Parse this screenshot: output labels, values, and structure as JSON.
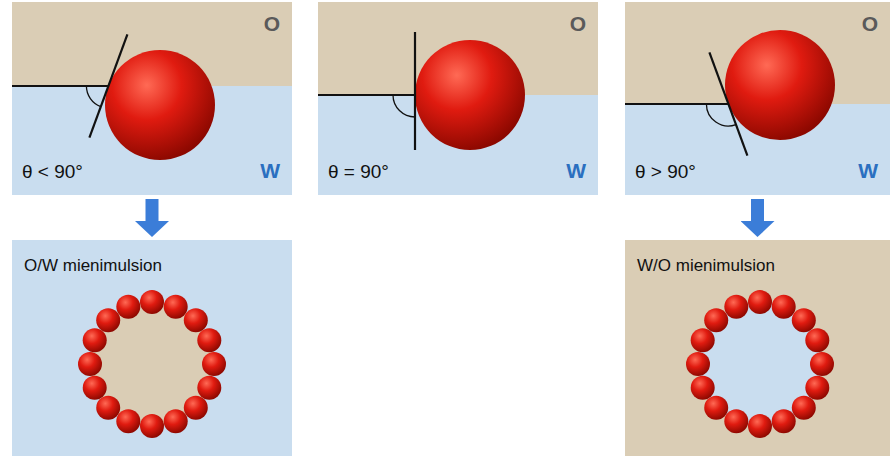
{
  "diagram": {
    "nodes": [
      {
        "text": [
          "O",
          "θ < 90°",
          "W"
        ]
      },
      {
        "text": [
          "O",
          "θ = 90°",
          "W"
        ]
      },
      {
        "text": [
          "O",
          "θ > 90°",
          "W"
        ]
      },
      {
        "text": [
          "O/W mienimulsion"
        ]
      },
      {
        "text": [
          "W/O mienimulsion"
        ]
      }
    ],
    "edges": [
      {
        "from": 0,
        "to": 3,
        "arrow": "to"
      },
      {
        "from": 2,
        "to": 4,
        "arrow": "to"
      }
    ]
  }
}
